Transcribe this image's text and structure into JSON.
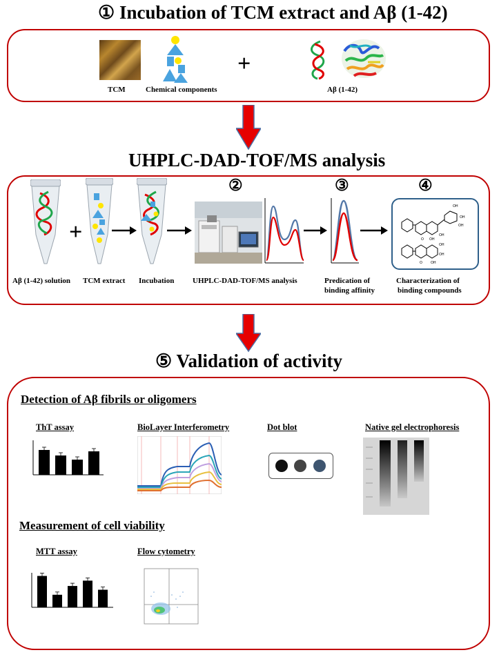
{
  "step1": {
    "title": "① Incubation of TCM extract and Aβ (1-42)",
    "labels": {
      "tcm": "TCM",
      "chemical": "Chemical components",
      "abeta": "Aβ (1-42)"
    },
    "plus": "+"
  },
  "step2": {
    "title": "UHPLC-DAD-TOF/MS analysis",
    "numbers": [
      "②",
      "③",
      "④"
    ],
    "plus": "+",
    "labels": {
      "solution": "Aβ (1-42) solution",
      "extract": "TCM  extract",
      "incubation": "Incubation",
      "analysis": "UHPLC-DAD-TOF/MS analysis",
      "pred1": "Predication of",
      "pred2": "binding affinity",
      "char1": "Characterization of",
      "char2": "binding compounds"
    }
  },
  "step5": {
    "title": "⑤ Validation of activity",
    "section1": "Detection of Aβ fibrils or oligomers",
    "section2": "Measurement of cell viability",
    "assays": {
      "tht": "ThT assay",
      "bli": "BioLayer Interferometry",
      "dot": "Dot blot",
      "native": "Native gel electrophoresis",
      "mtt": "MTT assay",
      "flow": "Flow cytometry"
    }
  },
  "colors": {
    "panel_border": "#c00000",
    "arrow": "#e60000",
    "arrow_edge": "#4a6fa5"
  },
  "chart_data": [
    {
      "type": "bar",
      "title": "ThT assay",
      "categories": [
        "",
        "",
        "",
        ""
      ],
      "values": [
        72,
        56,
        44,
        68
      ]
    },
    {
      "type": "bar",
      "title": "MTT assay",
      "categories": [
        "",
        "",
        "",
        "",
        ""
      ],
      "values": [
        100,
        40,
        68,
        85,
        56
      ]
    }
  ]
}
